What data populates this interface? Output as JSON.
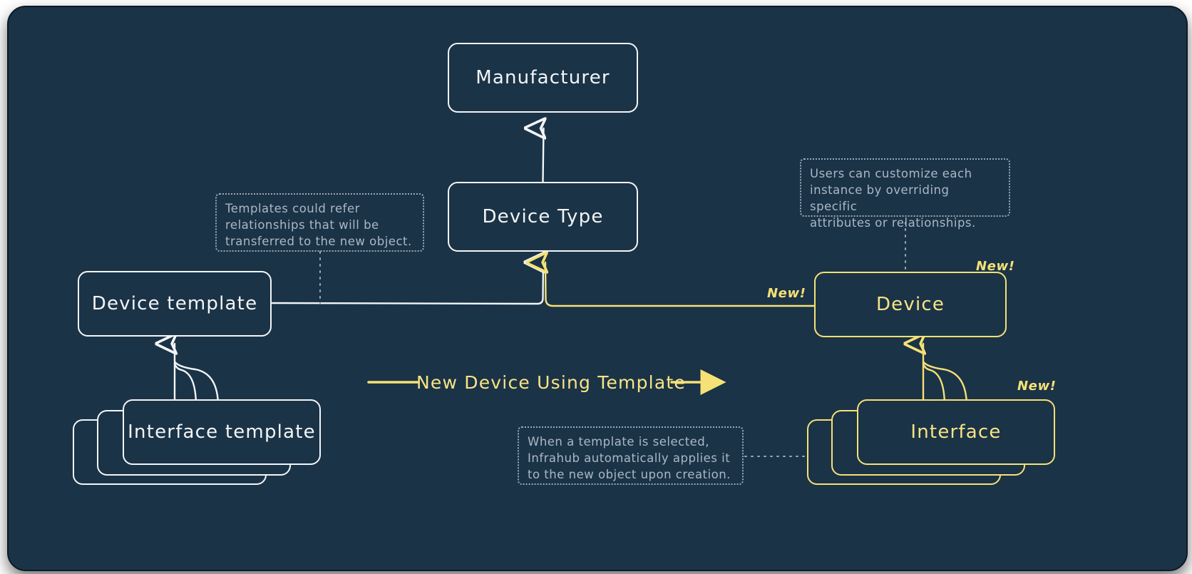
{
  "diagram": {
    "title": "Infrahub device template relationship diagram",
    "background_color": "#1b3347",
    "template_color": "#f2f5f7",
    "new_color": "#f5e175",
    "note_color": "#aab8c4"
  },
  "nodes": {
    "manufacturer": {
      "label": "Manufacturer",
      "style": "white"
    },
    "device_type": {
      "label": "Device Type",
      "style": "white"
    },
    "device_template": {
      "label": "Device template",
      "style": "white"
    },
    "interface_template": {
      "label": "Interface template",
      "style": "white"
    },
    "device": {
      "label": "Device",
      "style": "yellow"
    },
    "interface": {
      "label": "Interface",
      "style": "yellow"
    }
  },
  "badges": {
    "device_new": "New!",
    "device_edge_new": "New!",
    "interface_new": "New!"
  },
  "transition": {
    "label": "New Device Using Template"
  },
  "notes": {
    "templates_refer": "Templates could refer\nrelationships that will be\ntransferred to the new object.",
    "users_customize": "Users can customize each\ninstance by overriding specific\nattributes or relationships.",
    "auto_apply": "When a template is selected,\nInfrahub automatically applies it\nto the new object upon creation."
  }
}
